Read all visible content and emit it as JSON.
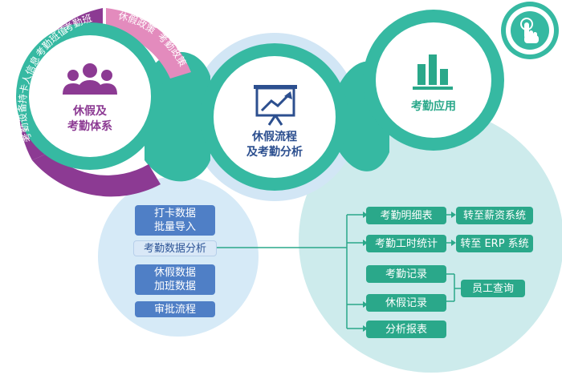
{
  "colors": {
    "teal": "#36b9a2",
    "green": "#2aa88a",
    "purple": "#8c3a93",
    "pink": "#e38bbd",
    "blue": "#4f7fc6",
    "light_blue": "#d9e8f7",
    "background_blue": "#d6eaf7",
    "background_cyan": "#cdebec"
  },
  "left_circle": {
    "line1": "休假及",
    "line2": "考勤体系",
    "icon": "people-group-icon"
  },
  "arc_labels": {
    "outer_purple_1": "考勤班组",
    "outer_purple_2": "考勤班值",
    "outer_purple_3": "持卡人信息",
    "outer_purple_4": "考勤设备",
    "pink_1": "休假政策",
    "pink_2": "考勤政策"
  },
  "center_circle": {
    "line1": "休假流程",
    "line2": "及考勤分析",
    "icon": "presentation-chart-icon"
  },
  "right_circle": {
    "label": "考勤应用",
    "icon": "bar-chart-icon"
  },
  "touch_icon": "hand-touch-icon",
  "left_boxes": [
    {
      "line1": "打卡数据",
      "line2": "批量导入"
    },
    {
      "line1": "考勤数据分析",
      "line2": ""
    },
    {
      "line1": "休假数据",
      "line2": "加班数据"
    },
    {
      "line1": "审批流程",
      "line2": ""
    }
  ],
  "right_boxes": [
    "考勤明细表",
    "考勤工时统计",
    "考勤记录",
    "休假记录",
    "分析报表"
  ],
  "far_right_boxes": [
    "转至薪资系统",
    "转至 ERP 系统",
    "员工查询"
  ]
}
